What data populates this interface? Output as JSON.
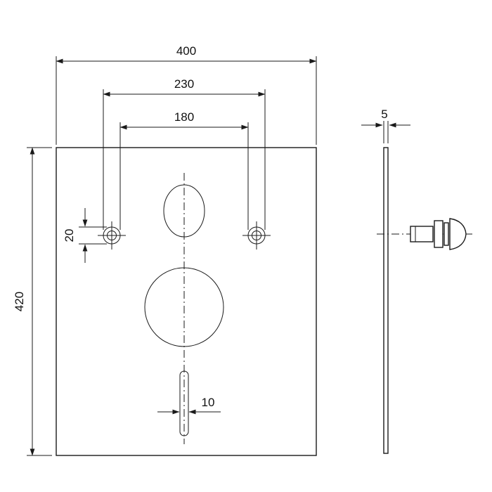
{
  "drawing": {
    "type": "technical-dimension-drawing",
    "views": {
      "front_view": "mounting-plate-front",
      "side_view": "plate-thickness-side",
      "detail": "fixing-plug"
    },
    "line_color": "#1a1a1a",
    "background": "#ffffff",
    "dims": {
      "overall_width": "400",
      "hole_spacing_outer": "230",
      "hole_spacing_inner": "180",
      "overall_height": "420",
      "hole_diameter": "20",
      "slot_width": "10",
      "thickness": "5"
    }
  }
}
